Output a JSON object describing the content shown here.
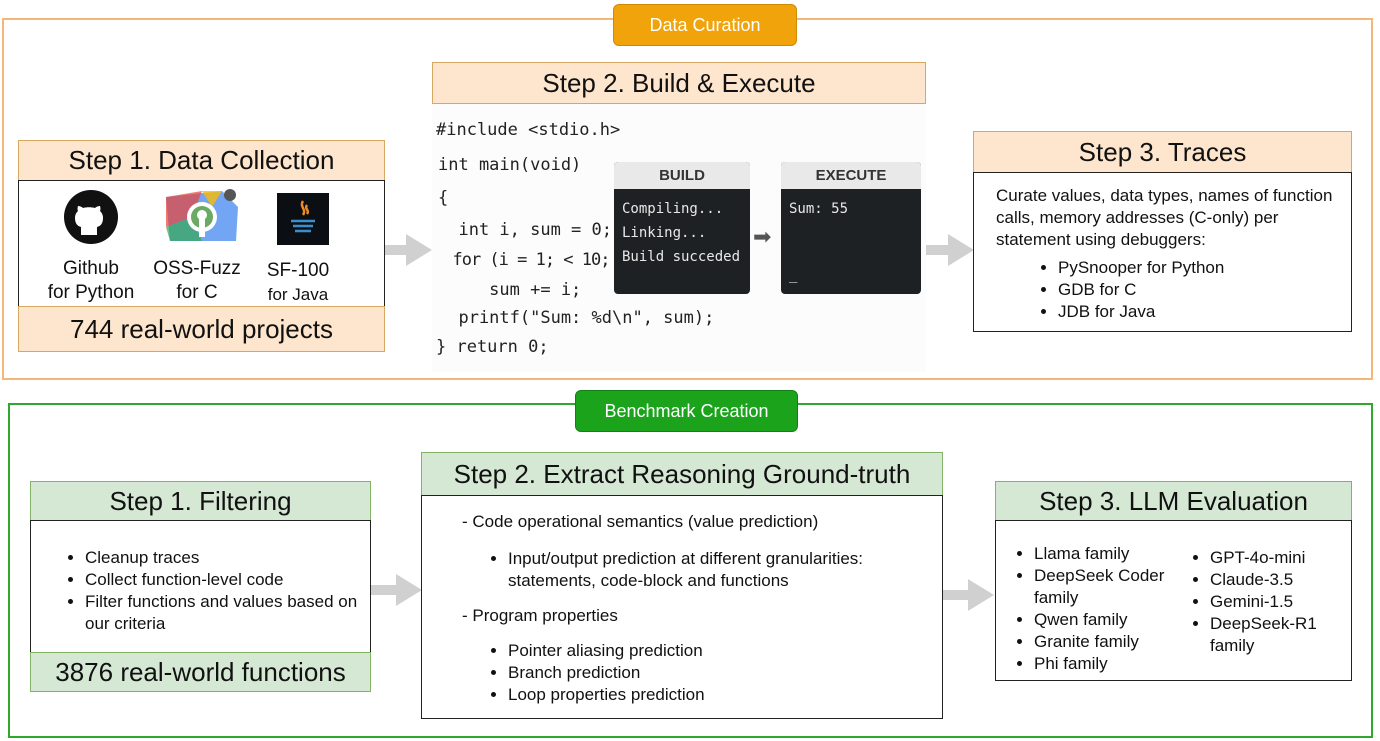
{
  "curation": {
    "label": "Data Curation",
    "color": "#f0a30a",
    "step1": {
      "title": "Step 1. Data Collection",
      "sources": [
        {
          "name": "Github",
          "sub": "for Python",
          "icon": "github-icon"
        },
        {
          "name": "OSS-Fuzz",
          "sub": "for C",
          "icon": "oss-fuzz-icon"
        },
        {
          "name": "SF-100",
          "sub": "for Java",
          "icon": "java-icon"
        }
      ],
      "footer": "744 real-world projects"
    },
    "step2": {
      "title": "Step 2. Build & Execute",
      "code": [
        "#include <stdio.h>",
        "int main(void)",
        "{",
        "  int i, sum = 0;",
        "  for (i = 1; < 10;",
        "     sum += i;",
        "  printf(\"Sum: %d\\n\", sum);",
        "} return 0;"
      ],
      "build": {
        "title": "BUILD",
        "lines": [
          "Compiling...",
          "Linking...",
          "Build succeded"
        ]
      },
      "execute": {
        "title": "EXECUTE",
        "lines": [
          "Sum: 55"
        ],
        "cursor": "_"
      }
    },
    "step3": {
      "title": "Step 3. Traces",
      "text": "Curate values, data types, names of function calls, memory addresses (C-only) per statement using debuggers:",
      "items": [
        "PySnooper for Python",
        "GDB for C",
        "JDB for Java"
      ]
    }
  },
  "benchmark": {
    "label": "Benchmark Creation",
    "color": "#1ba31b",
    "step1": {
      "title": "Step 1. Filtering",
      "items": [
        "Cleanup traces",
        "Collect function-level code",
        "Filter functions and values based on our criteria"
      ],
      "footer": "3876 real-world functions"
    },
    "step2": {
      "title": "Step 2. Extract Reasoning Ground-truth",
      "sec1": "- Code operational semantics (value prediction)",
      "sec1_items": [
        "Input/output prediction at different granularities: statements, code-block and functions"
      ],
      "sec2": "-  Program properties",
      "sec2_items": [
        "Pointer aliasing prediction",
        "Branch prediction",
        "Loop properties prediction"
      ]
    },
    "step3": {
      "title": "Step 3. LLM Evaluation",
      "col1": [
        "Llama family",
        "DeepSeek Coder family",
        "Qwen family",
        "Granite family",
        "Phi family"
      ],
      "col2": [
        "GPT-4o-mini",
        "Claude-3.5",
        "Gemini-1.5",
        "DeepSeek-R1 family"
      ]
    }
  }
}
